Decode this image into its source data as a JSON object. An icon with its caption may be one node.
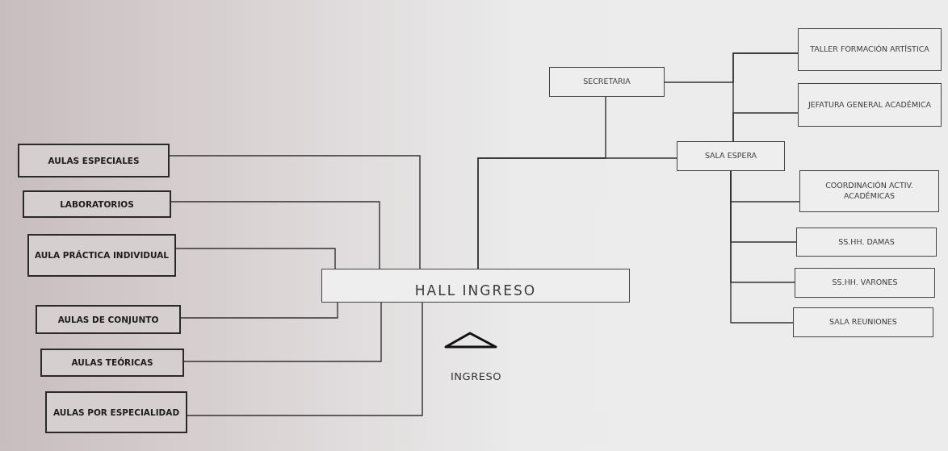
{
  "diagram": {
    "nodes": [
      {
        "text": [
          "HALL INGRESO"
        ]
      },
      {
        "text": [
          "AULAS ESPECIALES"
        ]
      },
      {
        "text": [
          "LABORATORIOS"
        ]
      },
      {
        "text": [
          "AULA PRÁCTICA INDIVIDUAL"
        ]
      },
      {
        "text": [
          "AULAS DE CONJUNTO"
        ]
      },
      {
        "text": [
          "AULAS TEÓRICAS"
        ]
      },
      {
        "text": [
          "AULAS POR ESPECIALIDAD"
        ]
      },
      {
        "text": [
          "SECRETARIA"
        ]
      },
      {
        "text": [
          "SALA ESPERA"
        ]
      },
      {
        "text": [
          "TALLER FORMACIÓN ARTÍSTICA"
        ]
      },
      {
        "text": [
          "JEFATURA GENERAL ACADÉMICA"
        ]
      },
      {
        "text": [
          "COORDINACIÓN ACTIV. ACADÉMICAS"
        ]
      },
      {
        "text": [
          "SS.HH. DAMAS"
        ]
      },
      {
        "text": [
          "SS.HH. VARONES"
        ]
      },
      {
        "text": [
          "SALA REUNIONES"
        ]
      }
    ],
    "edges": [
      {
        "from": 1,
        "to": 0,
        "arrow": "none"
      },
      {
        "from": 2,
        "to": 0,
        "arrow": "none"
      },
      {
        "from": 3,
        "to": 0,
        "arrow": "none"
      },
      {
        "from": 4,
        "to": 0,
        "arrow": "none"
      },
      {
        "from": 5,
        "to": 0,
        "arrow": "none"
      },
      {
        "from": 6,
        "to": 0,
        "arrow": "none"
      },
      {
        "from": 0,
        "to": 8,
        "arrow": "none"
      },
      {
        "from": 7,
        "to": 0,
        "arrow": "none"
      },
      {
        "from": 7,
        "to": 9,
        "arrow": "none"
      },
      {
        "from": 8,
        "to": 9,
        "arrow": "none"
      },
      {
        "from": 8,
        "to": 10,
        "arrow": "none"
      },
      {
        "from": 8,
        "to": 11,
        "arrow": "none"
      },
      {
        "from": 8,
        "to": 12,
        "arrow": "none"
      },
      {
        "from": 8,
        "to": 13,
        "arrow": "none"
      },
      {
        "from": 8,
        "to": 14,
        "arrow": "none"
      }
    ],
    "labels": [
      "INGRESO"
    ]
  }
}
